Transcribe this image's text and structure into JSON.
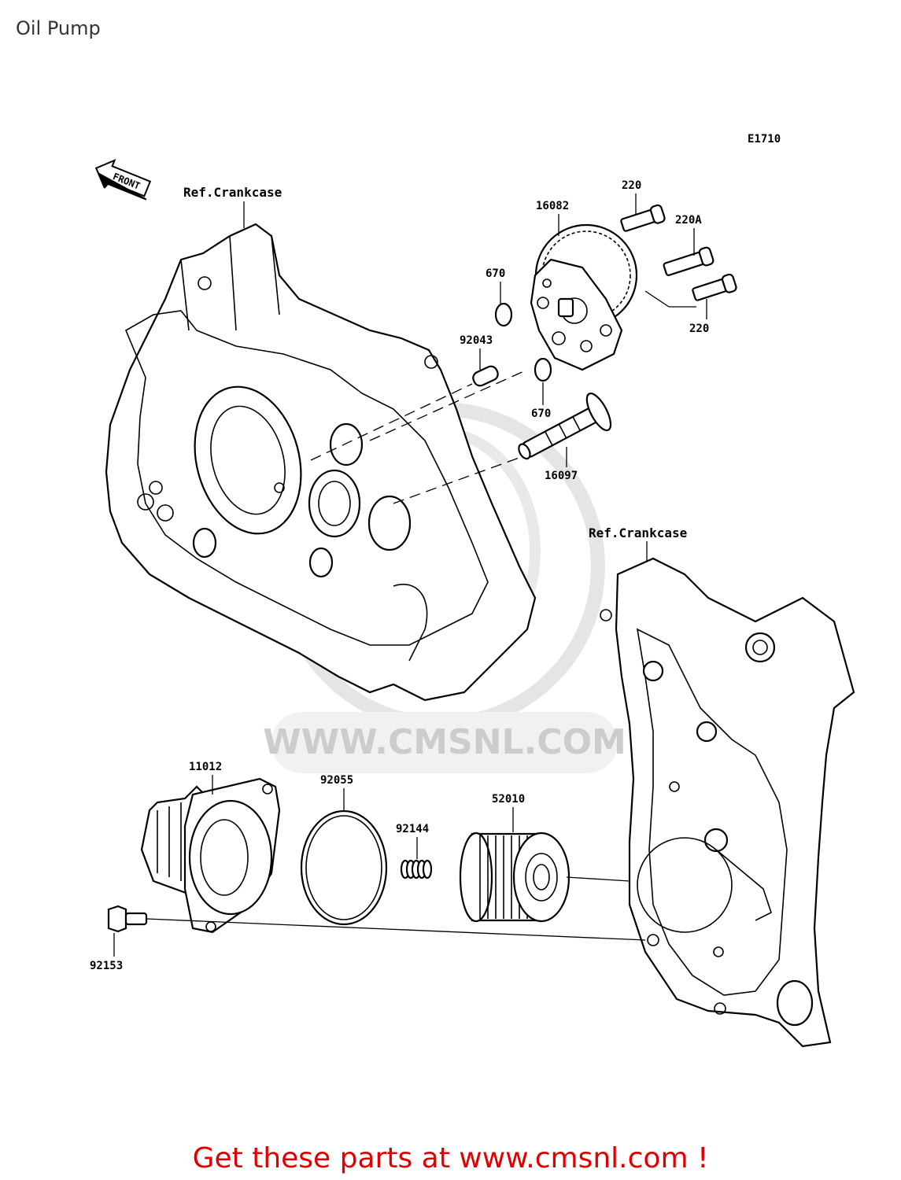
{
  "page": {
    "title": "Oil Pump"
  },
  "diagram": {
    "code": "E1710",
    "front_arrow": "FRONT",
    "refs": [
      "Ref.Crankcase",
      "Ref.Crankcase"
    ],
    "parts": [
      {
        "number": "220"
      },
      {
        "number": "16082"
      },
      {
        "number": "220A"
      },
      {
        "number": "670"
      },
      {
        "number": "92043"
      },
      {
        "number": "220"
      },
      {
        "number": "670"
      },
      {
        "number": "16097"
      },
      {
        "number": "11012"
      },
      {
        "number": "92055"
      },
      {
        "number": "92144"
      },
      {
        "number": "52010"
      },
      {
        "number": "92153"
      }
    ]
  },
  "watermark": {
    "text": "WWW.CMSNL.COM"
  },
  "footer": {
    "banner": "Get these parts at www.cmsnl.com !"
  },
  "colors": {
    "banner": "#e00000",
    "watermark": "#cccccc",
    "line": "#000000"
  }
}
